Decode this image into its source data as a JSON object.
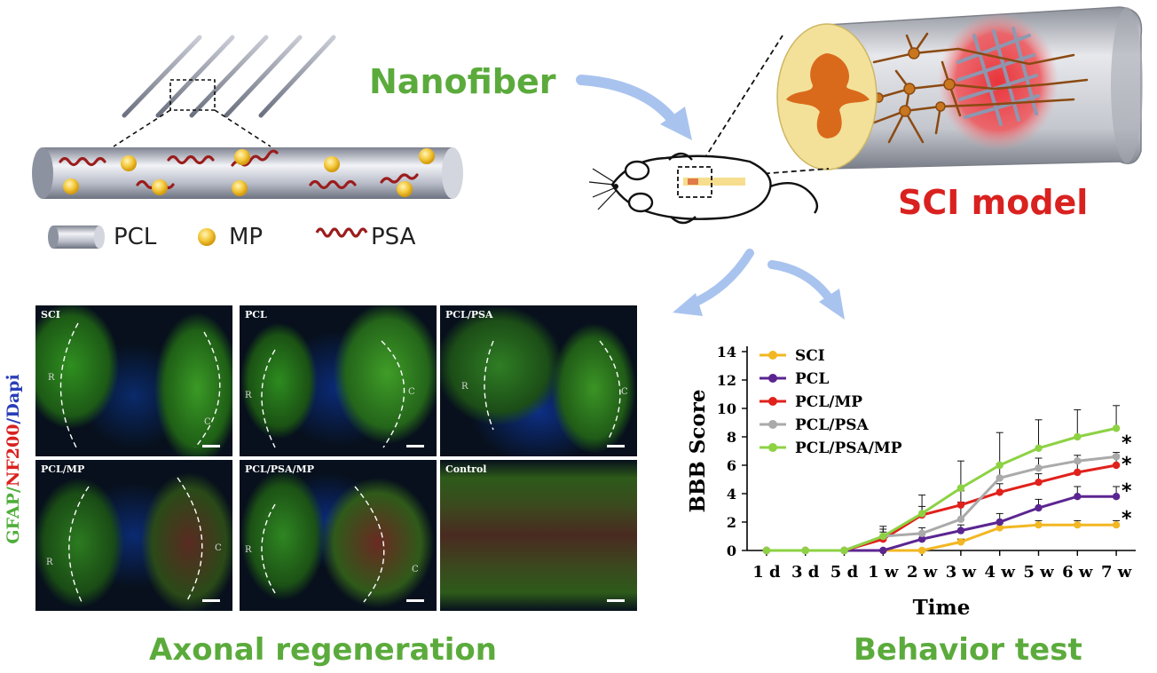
{
  "titles": {
    "nanofiber": "Nanofiber",
    "sci_model": "SCI model",
    "axonal": "Axonal regeneration",
    "behavior": "Behavior test"
  },
  "fiber_legend": [
    {
      "key": "pcl",
      "label": "PCL"
    },
    {
      "key": "mp",
      "label": "MP"
    },
    {
      "key": "psa",
      "label": "PSA"
    }
  ],
  "stain_label": {
    "gfap": "GFAP",
    "sep1": "/",
    "nf200": "NF200",
    "sep2": "/",
    "dapi": "Dapi",
    "colors": {
      "gfap": "#4fae3a",
      "nf200": "#d9211f",
      "dapi": "#2a3fb8"
    }
  },
  "micro_panels": [
    {
      "label": "SCI",
      "r": "R",
      "c": "C"
    },
    {
      "label": "PCL",
      "r": "R",
      "c": "C"
    },
    {
      "label": "PCL/PSA",
      "r": "R",
      "c": "C"
    },
    {
      "label": "PCL/MP",
      "r": "R",
      "c": "C"
    },
    {
      "label": "PCL/PSA/MP",
      "r": "R",
      "c": "C"
    },
    {
      "label": "Control",
      "r": "",
      "c": ""
    }
  ],
  "chart_data": {
    "type": "line",
    "categories": [
      "1 d",
      "3 d",
      "5 d",
      "1 w",
      "2 w",
      "3 w",
      "4 w",
      "5 w",
      "6 w",
      "7 w"
    ],
    "ylabel": "BBB Score",
    "xlabel": "Time",
    "ylim": [
      0,
      14
    ],
    "yticks": [
      0,
      2,
      4,
      6,
      8,
      10,
      12,
      14
    ],
    "legend_position": "top-left",
    "series": [
      {
        "name": "SCI",
        "color": "#f2b722",
        "values": [
          0,
          0,
          0,
          0,
          0,
          0.6,
          1.6,
          1.8,
          1.8,
          1.8
        ],
        "errors": [
          0,
          0,
          0,
          0,
          0,
          0.2,
          0.3,
          0.3,
          0.3,
          0.3
        ]
      },
      {
        "name": "PCL",
        "color": "#5b2591",
        "values": [
          0,
          0,
          0,
          0,
          0.8,
          1.4,
          2.0,
          3.0,
          3.8,
          3.8
        ],
        "errors": [
          0,
          0,
          0,
          0,
          0.3,
          0.4,
          0.6,
          0.6,
          0.7,
          0.7
        ]
      },
      {
        "name": "PCL/MP",
        "color": "#e0211c",
        "values": [
          0,
          0,
          0,
          0.8,
          2.5,
          3.2,
          4.1,
          4.8,
          5.5,
          6.0
        ],
        "errors": [
          0,
          0,
          0,
          0.5,
          0.6,
          1.0,
          0.6,
          0.6,
          0.7,
          0.7
        ]
      },
      {
        "name": "PCL/PSA",
        "color": "#aaaaaa",
        "values": [
          0,
          0,
          0,
          1.0,
          1.2,
          2.2,
          5.1,
          5.8,
          6.3,
          6.6
        ],
        "errors": [
          0,
          0,
          0,
          0.5,
          0.4,
          1.2,
          1.0,
          0.7,
          0.4,
          0.3
        ]
      },
      {
        "name": "PCL/PSA/MP",
        "color": "#8dd243",
        "values": [
          0,
          0,
          0,
          1.0,
          2.6,
          4.4,
          6.0,
          7.2,
          8.0,
          8.6
        ],
        "errors": [
          0,
          0,
          0,
          0.7,
          1.3,
          1.9,
          2.3,
          2.0,
          1.9,
          1.6
        ]
      }
    ],
    "annotations": [
      "*",
      "*",
      "*",
      "*"
    ]
  }
}
